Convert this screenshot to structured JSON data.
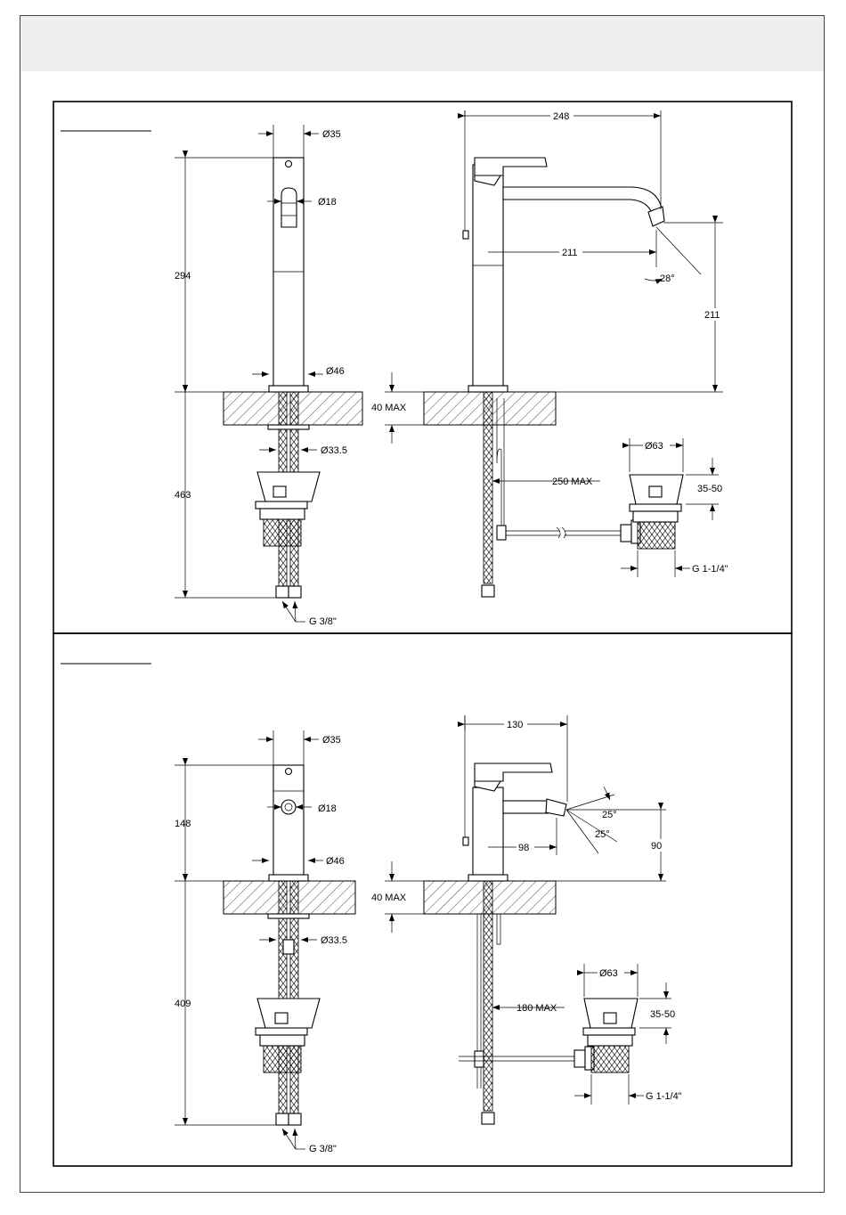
{
  "top_panel": {
    "front": {
      "dia_top": "Ø35",
      "dia_lever": "Ø18",
      "height_above": "294",
      "dia_base": "Ø46",
      "dia_shank": "Ø33.5",
      "height_below": "463",
      "thread": "G 3/8\""
    },
    "side": {
      "reach_total": "248",
      "reach_spout": "211",
      "angle": "28°",
      "spout_height": "211",
      "deck_max": "40 MAX",
      "waste_dia": "Ø63",
      "rod_max": "250 MAX",
      "waste_range": "35-50",
      "waste_thread": "G 1-1/4\""
    }
  },
  "bottom_panel": {
    "front": {
      "dia_top": "Ø35",
      "dia_lever": "Ø18",
      "height_above": "148",
      "dia_base": "Ø46",
      "dia_shank": "Ø33.5",
      "height_below": "409",
      "thread": "G 3/8\""
    },
    "side": {
      "reach_total": "130",
      "angle_a": "25°",
      "angle_b": "25°",
      "reach_spout": "98",
      "spout_height": "90",
      "deck_max": "40 MAX",
      "waste_dia": "Ø63",
      "rod_max": "180 MAX",
      "waste_range": "35-50",
      "waste_thread": "G 1-1/4\""
    }
  }
}
